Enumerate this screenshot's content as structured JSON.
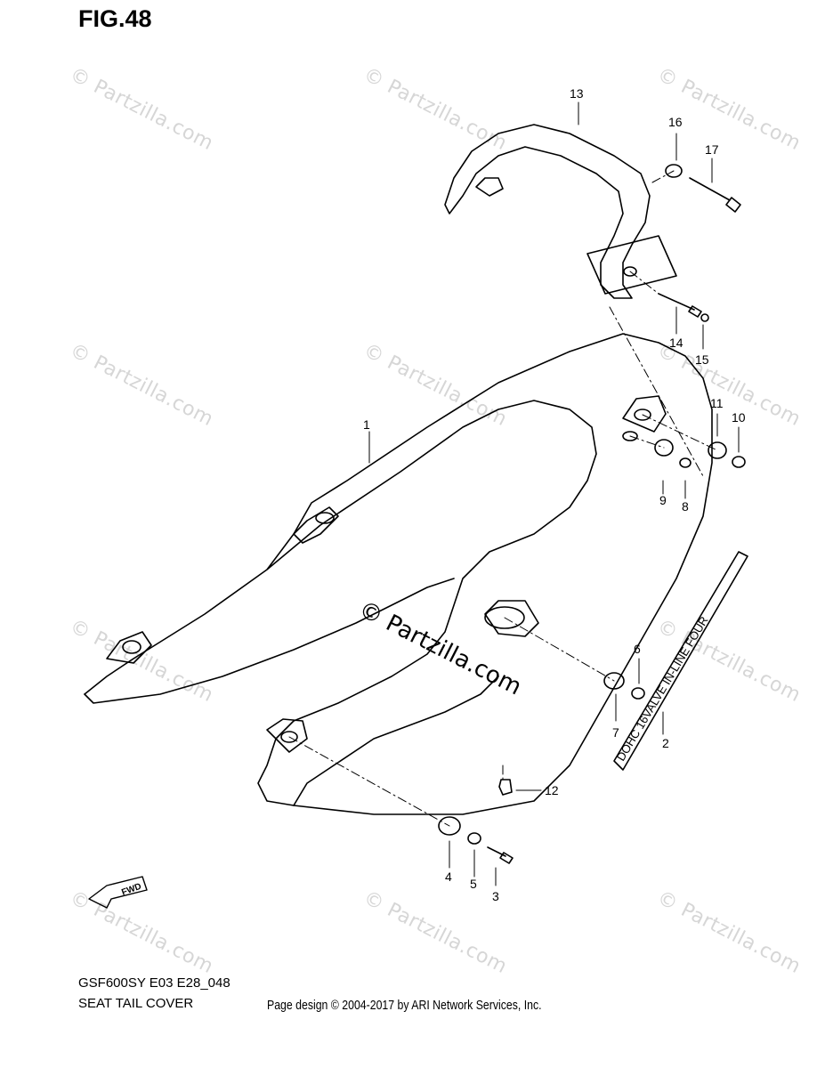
{
  "figure": {
    "title": "FIG.48"
  },
  "watermark": {
    "text": "© Partzilla.com",
    "center_text": "© Partzilla.com"
  },
  "callouts": [
    "1",
    "2",
    "3",
    "4",
    "5",
    "6",
    "7",
    "8",
    "9",
    "10",
    "11",
    "12",
    "13",
    "14",
    "15",
    "16",
    "17"
  ],
  "decal": {
    "text": "DOHC 16VALVE IN-LINE FOUR"
  },
  "fwd_label": "FWD",
  "footer": {
    "code": "GSF600SY E03 E28_048",
    "name": "SEAT TAIL COVER",
    "credit": "Page design © 2004-2017 by ARI Network Services, Inc."
  }
}
